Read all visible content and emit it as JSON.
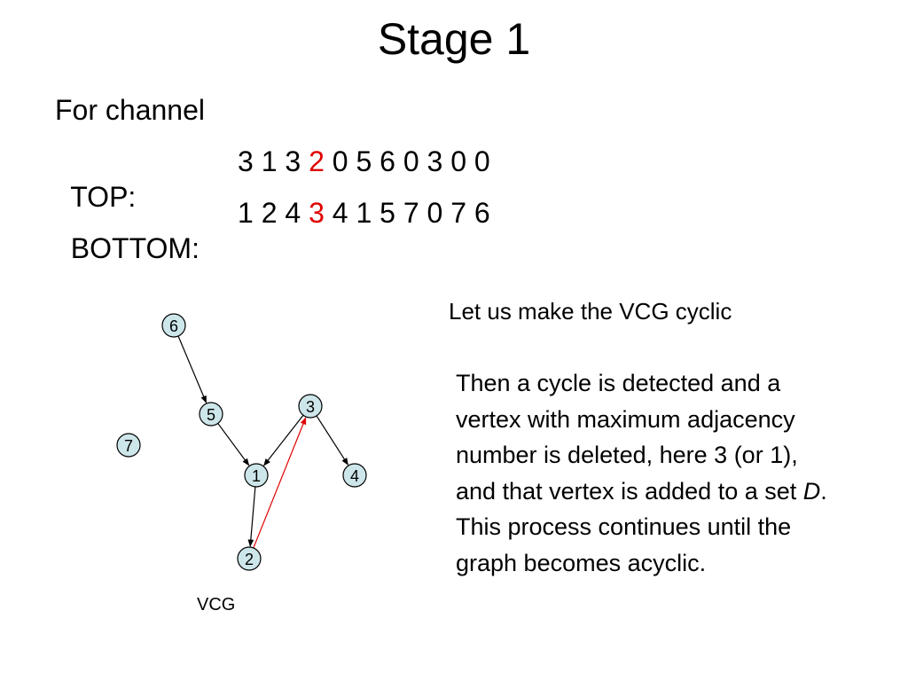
{
  "title": "Stage 1",
  "channel_heading": "For channel",
  "top": {
    "label": "TOP:",
    "before": "3 1 3 ",
    "highlight": "2",
    "after": " 0 5 6 0 3 0 0"
  },
  "bottom": {
    "label": "BOTTOM:",
    "before": "1 2 4 ",
    "highlight": "3",
    "after": " 4 1 5 7 0 7 6"
  },
  "colors": {
    "highlight": "#e00000",
    "node_fill": "#cde6ea",
    "edge": "#000000",
    "added_edge": "#e00000"
  },
  "note": "Let us make the VCG cyclic",
  "paragraph": {
    "part1": "Then a cycle is detected and a vertex with maximum adjacency number is deleted, here 3 (or 1), and that vertex is added to a set ",
    "set_name": "D",
    "part2": ". This process continues until the graph becomes acyclic."
  },
  "vcg": {
    "label": "VCG",
    "nodes": [
      "6",
      "5",
      "7",
      "3",
      "1",
      "4",
      "2"
    ],
    "edges": [
      {
        "from": "6",
        "to": "5",
        "color": "black"
      },
      {
        "from": "5",
        "to": "1",
        "color": "black"
      },
      {
        "from": "3",
        "to": "1",
        "color": "black"
      },
      {
        "from": "3",
        "to": "4",
        "color": "black"
      },
      {
        "from": "1",
        "to": "2",
        "color": "black"
      },
      {
        "from": "2",
        "to": "3",
        "color": "red"
      }
    ]
  }
}
